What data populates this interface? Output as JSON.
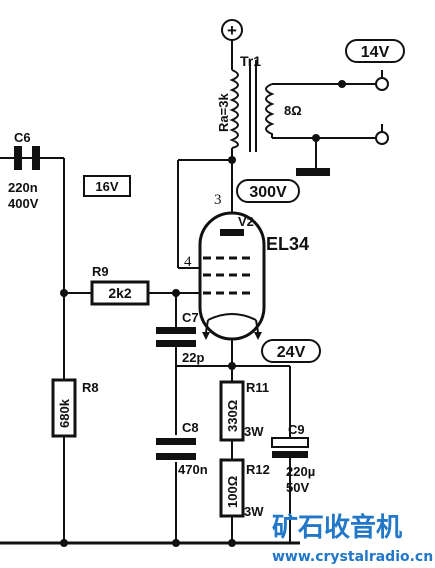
{
  "supply": {
    "plus_symbol": "+"
  },
  "transformer": {
    "name": "Tr1",
    "primary_impedance": "Ra=3k",
    "speaker_impedance": "8Ω"
  },
  "badges": {
    "v14": "14V",
    "v300": "300V",
    "v24": "24V",
    "v16": "16V"
  },
  "tube": {
    "ref": "V2",
    "type": "EL34",
    "pin3": "3",
    "pin4": "4"
  },
  "components": {
    "c6": {
      "ref": "C6",
      "value": "220n",
      "rating": "400V"
    },
    "r9": {
      "ref": "R9",
      "value": "2k2"
    },
    "c7": {
      "ref": "C7",
      "value": "22p"
    },
    "r8": {
      "ref": "R8",
      "value": "680k"
    },
    "c8": {
      "ref": "C8",
      "value": "470n"
    },
    "r11": {
      "ref": "R11",
      "value": "330Ω",
      "power": "3W"
    },
    "r12": {
      "ref": "R12",
      "value": "100Ω",
      "power": "3W"
    },
    "c9": {
      "ref": "C9",
      "value": "220µ",
      "rating": "50V"
    }
  },
  "watermark": {
    "chinese": "矿石收音机",
    "url": "www.crystalradio.cn"
  }
}
